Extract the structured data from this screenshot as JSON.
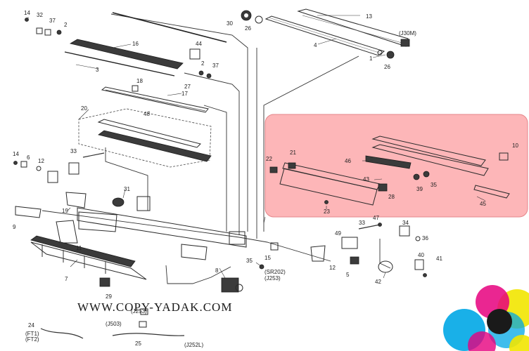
{
  "colors": {
    "highlight_fill": "#fdb6b8",
    "highlight_stroke": "#e4868a",
    "ink": "#222222"
  },
  "labels": {
    "n14": "14",
    "n32": "32",
    "n37": "37",
    "n2": "2",
    "n30": "30",
    "n26": "26",
    "n13": "13",
    "j30m": "(J30M)",
    "n4": "4",
    "n1": "1",
    "n26b": "26",
    "n16": "16",
    "n44": "44",
    "n2b": "2",
    "n37b": "37",
    "n3": "3",
    "n27": "27",
    "n18": "18",
    "n17": "17",
    "n48": "48",
    "n20": "20",
    "n14b": "14",
    "n6": "6",
    "n12": "12",
    "n33": "33",
    "n31": "31",
    "n19": "19",
    "n9": "9",
    "n11": "11",
    "n7": "7",
    "n29": "29",
    "n8": "8",
    "n35": "35",
    "sr202": "(SR202)",
    "j253": "(J253)",
    "n15": "15",
    "n22": "22",
    "n21": "21",
    "n46": "46",
    "n10": "10",
    "n43": "43",
    "n39": "39",
    "n35b": "35",
    "n28": "28",
    "n23": "23",
    "n45": "45",
    "n47": "47",
    "n33b": "33",
    "n34": "34",
    "n49": "49",
    "n36": "36",
    "n12b": "12",
    "n5": "5",
    "n40": "40",
    "n41": "41",
    "n42": "42",
    "j253b": "(J253)",
    "j503": "(J503)",
    "n24": "24",
    "ft1": "(FT1)",
    "ft2": "(FT2)",
    "n25": "25",
    "j252l": "(J252L)"
  },
  "watermark": "WWW.COPY-YADAK.COM",
  "icons": {
    "cmyk_logo": "cmyk-circles-logo"
  }
}
